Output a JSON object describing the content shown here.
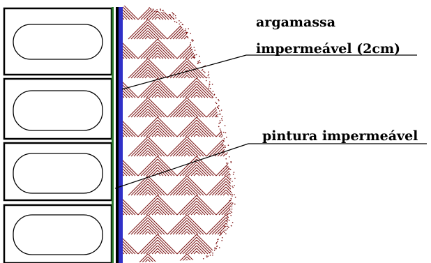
{
  "labels": {
    "mortar_line1": "argamassa",
    "mortar_line2": "impermeável (2cm)",
    "paint": "pintura impermeável"
  },
  "colors": {
    "outline": "#000000",
    "hatch": "#7a1010",
    "blue_layer": "#3030c8",
    "green_layer": "#2a7a2a"
  }
}
